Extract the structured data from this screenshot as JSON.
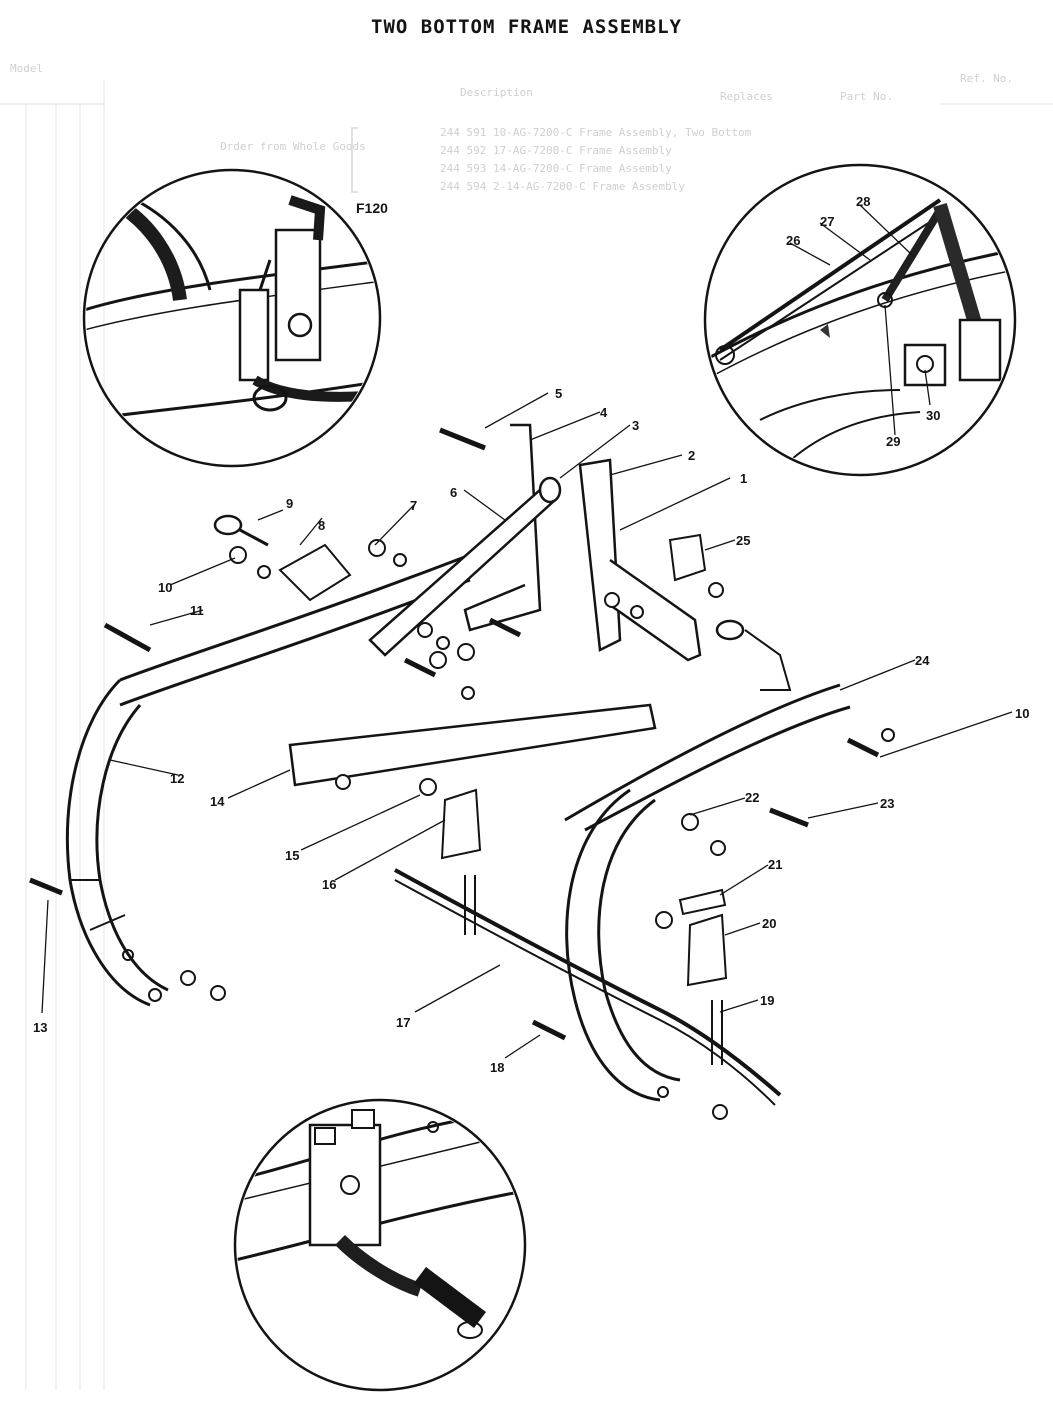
{
  "header": {
    "title": "TWO BOTTOM FRAME ASSEMBLY",
    "figure_code": "F120"
  },
  "callouts": [
    "1",
    "2",
    "3",
    "4",
    "5",
    "6",
    "7",
    "8",
    "9",
    "10",
    "10",
    "11",
    "12",
    "13",
    "14",
    "15",
    "16",
    "17",
    "18",
    "19",
    "20",
    "21",
    "22",
    "23",
    "24",
    "25",
    "26",
    "27",
    "28",
    "29",
    "30"
  ],
  "bleed_through": {
    "columns": [
      "Ref. No.",
      "Part No.",
      "Replaces",
      "Description",
      "Model"
    ],
    "rows": [
      "244 591    10-AG-7200-C    Frame Assembly, Two Bottom",
      "244 592    17-AG-7200-C    Frame Assembly",
      "244 593    14-AG-7200-C    Frame Assembly",
      "244 594    2-14-AG-7200-C  Frame Assembly",
      "Order from Whole Goods"
    ]
  }
}
